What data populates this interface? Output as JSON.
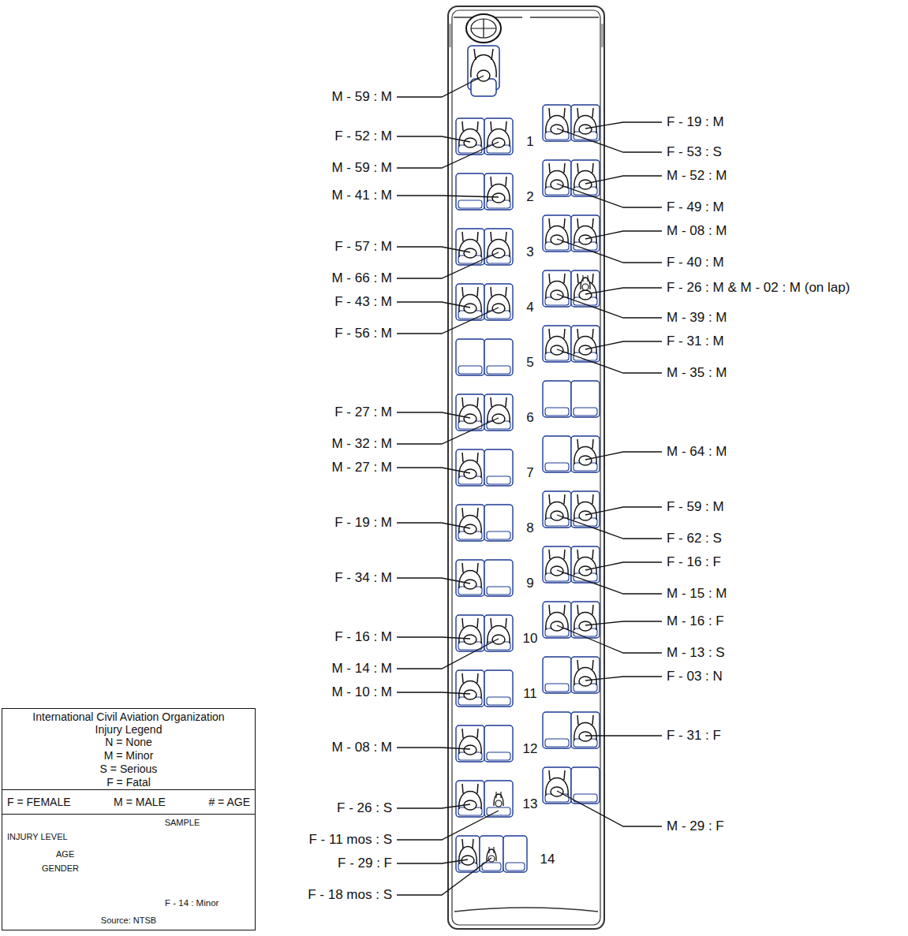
{
  "diagram": {
    "nodes": [
      {
        "text": [
          "International Civil Aviation Organization Injury Legend",
          "N = None",
          "M = Minor",
          "S = Serious",
          "F = Fatal"
        ]
      },
      {
        "text": [
          "F = FEMALE",
          "M = MALE",
          "# = AGE"
        ]
      },
      {
        "text": [
          "SAMPLE",
          "INJURY LEVEL",
          "AGE",
          "GENDER",
          "F - 14 : Minor",
          "Source: NTSB"
        ]
      }
    ],
    "labels": [
      "M - 59 : M",
      "F - 52 : M",
      "M - 59 : M",
      "M - 41 : M",
      "F - 57 : M",
      "M - 66 : M",
      "F - 43 : M",
      "F - 56 : M",
      "F - 27 : M",
      "M - 32 : M",
      "M - 27 : M",
      "F - 19 : M",
      "F - 34 : M",
      "F - 16 : M",
      "M - 14 : M",
      "M - 10 : M",
      "M - 08 : M",
      "F - 26 : S",
      "F - 11 mos : S",
      "F - 29 : F",
      "F - 18 mos : S",
      "F - 19 : M",
      "F - 53 : S",
      "M - 52 : M",
      "F - 49 : M",
      "M - 08 : M",
      "F - 40 : M",
      "F - 26 : M & M - 02 : M (on lap)",
      "M - 39 : M",
      "F - 31 : M",
      "M - 35 : M",
      "M - 64 : M",
      "F - 59 : M",
      "F - 62 : S",
      "F - 16 : F",
      "M - 15 : M",
      "M - 16 : F",
      "M - 13 : S",
      "F - 03 : N",
      "F - 31 : F",
      "M - 29 : F",
      "1",
      "2",
      "3",
      "4",
      "5",
      "6",
      "7",
      "8",
      "9",
      "10",
      "11",
      "12",
      "13",
      "14"
    ]
  }
}
